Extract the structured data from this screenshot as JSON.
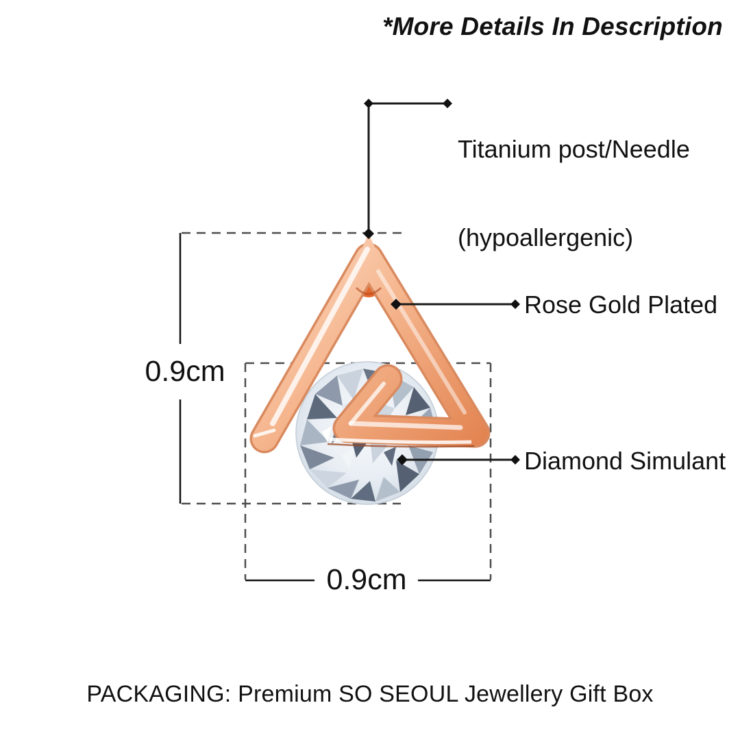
{
  "note": "*More Details In Description",
  "callouts": {
    "post": {
      "line1": "Titanium post/Needle",
      "line2": "(hypoallergenic)"
    },
    "plating": {
      "label": "Rose Gold Plated"
    },
    "gem": {
      "label": "Diamond Simulant"
    }
  },
  "dimensions": {
    "height_label": "0.9cm",
    "width_label": "0.9cm"
  },
  "packaging": {
    "text": "PACKAGING: Premium SO SEOUL Jewellery Gift Box"
  },
  "colors": {
    "background": "#ffffff",
    "text": "#111111",
    "callout_line": "#1a1a1a",
    "dash_line": "#4d4d4d",
    "rose_gold_light": "#fddcc6",
    "rose_gold_mid": "#f5b58d",
    "rose_gold_deep": "#e2824f",
    "rose_gold_shadow": "#b05526",
    "notch_orange": "#e4672c",
    "gem_base_light": "#f7fafc",
    "gem_base_mid": "#e9eef4",
    "gem_base_edge": "#d8e0e9",
    "gem_facet_dark": "#556173",
    "gem_facet_mid": "#8e9aab",
    "gem_facet_light": "#cdd6e0"
  }
}
